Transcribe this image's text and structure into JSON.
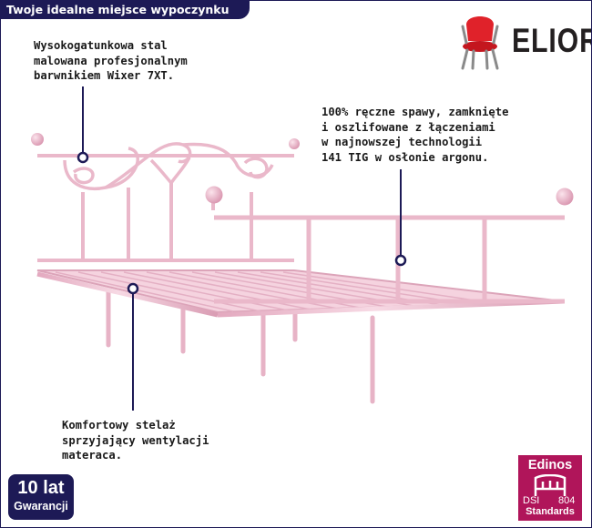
{
  "header": {
    "title": "Twoje idealne miejsce wypoczynku"
  },
  "brand": {
    "name": "ELIOR",
    "logo_icon": "red-chair-icon",
    "color": "#231f20"
  },
  "annotations": {
    "headboard": [
      "Wysokogatunkowa stal",
      "malowana profesjonalnym",
      "barwnikiem Wixer 7XT."
    ],
    "welds": [
      "100% ręczne spawy, zamknięte",
      "i oszlifowane z łączeniami",
      "w najnowszej technologii",
      "141 TIG w osłonie argonu."
    ],
    "slats": [
      "Komfortowy stelaż",
      "sprzyjający wentylacji",
      "materaca."
    ]
  },
  "warranty": {
    "big": "10 lat",
    "small": "Gwarancji"
  },
  "certificate": {
    "name": "Edinos",
    "dsi": "DSI",
    "number": "804",
    "standards": "Standards",
    "color": "#b0155a"
  },
  "colors": {
    "accent": "#1d1a56",
    "bed": "#f1c6d6",
    "bed_edge": "#d9a1b6"
  }
}
